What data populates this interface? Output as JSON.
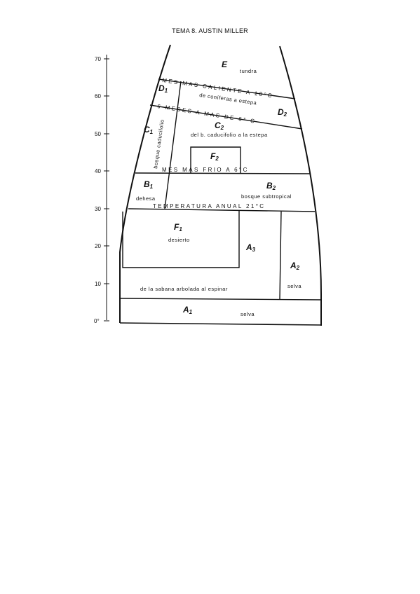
{
  "header": {
    "title": "TEMA 8. AUSTIN MILLER"
  },
  "axis": {
    "ticks": [
      "70",
      "60",
      "50",
      "40",
      "30",
      "20",
      "10",
      "0°"
    ]
  },
  "boundaries": {
    "e_d": "MES  MAS  CALIENTE  A  10°C",
    "d_c": "6  MESES  A  MAS  DE  6°  C",
    "c_b": "MES    MAS    FRIO    A    6°C",
    "b_f": "TEMPERATURA    ANUAL    21°C"
  },
  "zones": {
    "E": {
      "code": "E",
      "desc": "tundra"
    },
    "D1": {
      "code": "D",
      "sub": "1"
    },
    "D2": {
      "code": "D",
      "sub": "2",
      "desc": "de coníferas a estepa"
    },
    "C1": {
      "code": "C",
      "sub": "1",
      "desc": "bosque caducifolio"
    },
    "C2": {
      "code": "C",
      "sub": "2",
      "desc": "del b. caducifolio a la estepa"
    },
    "F2": {
      "code": "F",
      "sub": "2"
    },
    "B1": {
      "code": "B",
      "sub": "1",
      "desc": "dehesa"
    },
    "B2": {
      "code": "B",
      "sub": "2",
      "desc": "bosque subtropical"
    },
    "F1": {
      "code": "F",
      "sub": "1",
      "desc": "desierto"
    },
    "A3": {
      "code": "A",
      "sub": "3",
      "desc": "de la sabana arbolada al espinar"
    },
    "A2": {
      "code": "A",
      "sub": "2",
      "desc": "selva"
    },
    "A1": {
      "code": "A",
      "sub": "1",
      "desc": "selva"
    }
  }
}
